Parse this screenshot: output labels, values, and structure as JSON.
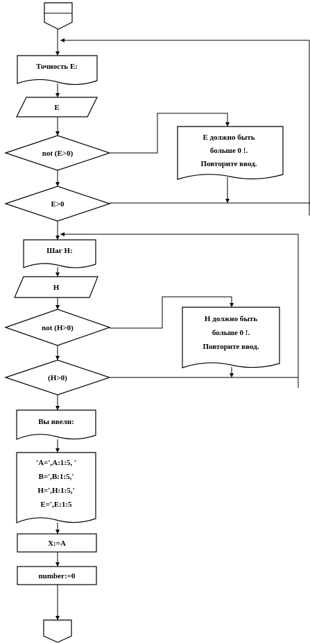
{
  "flowchart": {
    "nodes": {
      "precision_prompt": "Точность Е:",
      "input_e": "Е",
      "check_not_e": "not (Е>0)",
      "error_e": [
        "Е должно быть",
        "больше  0 !.",
        "Повторите ввод."
      ],
      "check_e": "Е>0",
      "step_prompt": "Шаг Н:",
      "input_h": "Н",
      "check_not_h": "not (Н>0)",
      "error_h": [
        "Н должно быть",
        "больше  0 !.",
        "Повторите ввод."
      ],
      "check_h": "(Н>0)",
      "you_entered": "Вы ввели:",
      "echo": [
        "'А=',А:1:5,  '",
        "В=',В:1:5,'",
        "Н=',Н:1:5,'",
        "Е=',Е:1:5"
      ],
      "assign_x": "Х:=А",
      "assign_number": "number:=0"
    }
  }
}
